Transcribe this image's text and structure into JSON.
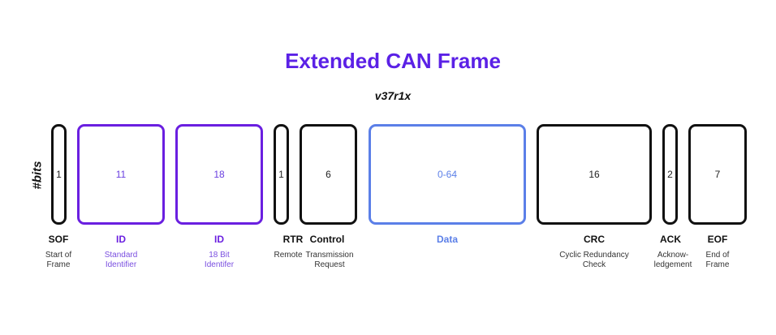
{
  "diagram": {
    "title": "Extended CAN Frame",
    "version": "v37r1x",
    "axis_label": "#bits",
    "colors": {
      "title": "#5b21e6",
      "id_fields": "#6a1fe0",
      "data_field": "#5b7fe8",
      "default": "#111111"
    },
    "fields": [
      {
        "bits": "1",
        "name": "SOF",
        "desc_line1": "Start of",
        "desc_line2": "Frame"
      },
      {
        "bits": "11",
        "name": "ID",
        "desc_line1": "Standard",
        "desc_line2": "Identifier"
      },
      {
        "bits": "18",
        "name": "ID",
        "desc_line1": "18 Bit",
        "desc_line2": "Identifer"
      },
      {
        "bits": "1",
        "name": "RTR",
        "desc_line1": "Remote",
        "desc_line2": ""
      },
      {
        "bits": "6",
        "name": "Control",
        "desc_line1": "Transmission",
        "desc_line2": "Request"
      },
      {
        "bits": "0-64",
        "name": "Data",
        "desc_line1": "",
        "desc_line2": ""
      },
      {
        "bits": "16",
        "name": "CRC",
        "desc_line1": "Cyclic Redundancy",
        "desc_line2": "Check"
      },
      {
        "bits": "2",
        "name": "ACK",
        "desc_line1": "Acknow-",
        "desc_line2": "ledgement"
      },
      {
        "bits": "7",
        "name": "EOF",
        "desc_line1": "End of",
        "desc_line2": "Frame"
      }
    ]
  }
}
